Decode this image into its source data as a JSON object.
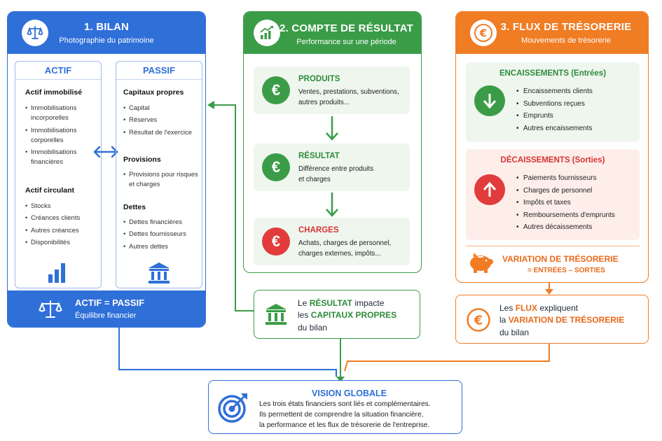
{
  "colors": {
    "blue": "#2f6fd8",
    "green": "#3b9c48",
    "orange": "#f07c24",
    "red": "#e23b3b"
  },
  "bilan": {
    "title": "1. BILAN",
    "subtitle": "Photographie du patrimoine",
    "actif": {
      "title": "ACTIF",
      "immobilise_title": "Actif immobilisé",
      "immobilise_items": [
        "Immobilisations incorporelles",
        "Immobilisations corporelles",
        "Immobilisations financières"
      ],
      "circulant_title": "Actif circulant",
      "circulant_items": [
        "Stocks",
        "Créances clients",
        "Autres créances",
        "Disponibilités"
      ]
    },
    "passif": {
      "title": "PASSIF",
      "capitaux_title": "Capitaux propres",
      "capitaux_items": [
        "Capital",
        "Réserves",
        "Résultat de l'exercice"
      ],
      "provisions_title": "Provisions",
      "provisions_items": [
        "Provisions pour risques et charges"
      ],
      "dettes_title": "Dettes",
      "dettes_items": [
        "Dettes financières",
        "Dettes fournisseurs",
        "Autres dettes"
      ]
    },
    "footer_title": "ACTIF = PASSIF",
    "footer_sub": "Équilibre financier"
  },
  "cr": {
    "title": "2. COMPTE DE RÉSULTAT",
    "subtitle": "Performance sur une période",
    "produits_title": "PRODUITS",
    "produits_text": "Ventes, prestations, subventions, autres produits...",
    "resultat_title": "RÉSULTAT",
    "resultat_text": "Différence entre produits et charges",
    "charges_title": "CHARGES",
    "charges_text": "Achats, charges de personnel, charges externes, impôts...",
    "euro": "€"
  },
  "tr": {
    "title": "3. FLUX DE TRÉSORERIE",
    "subtitle": "Mouvements de trésorerie",
    "enc_title": "ENCAISSEMENTS (Entrées)",
    "enc_items": [
      "Encaissements clients",
      "Subventions reçues",
      "Emprunts",
      "Autres encaissements"
    ],
    "dec_title": "DÉCAISSEMENTS (Sorties)",
    "dec_items": [
      "Paiements fournisseurs",
      "Charges de personnel",
      "Impôts et taxes",
      "Remboursements d'emprunts",
      "Autres décaissements"
    ],
    "variation_title": "VARIATION DE TRÉSORERIE",
    "variation_formula": "= ENTRÉES – SORTIES",
    "euro": "€"
  },
  "link_resultat": {
    "p1": "Le ",
    "b1": "RÉSULTAT",
    "p2": " impacte",
    "p3": "les ",
    "b2": "CAPITAUX PROPRES",
    "p4": "du bilan"
  },
  "link_flux": {
    "p1": "Les ",
    "b1": "FLUX",
    "p2": " expliquent",
    "p3": "la ",
    "b2": "VARIATION DE TRÉSORERIE",
    "p4": "du bilan",
    "euro": "€"
  },
  "vision": {
    "title": "VISION GLOBALE",
    "lines": [
      "Les trois états financiers sont liés et complémentaires.",
      "Ils permettent de comprendre la situation financière,",
      "la performance et les flux de trésorerie de l'entreprise."
    ]
  }
}
